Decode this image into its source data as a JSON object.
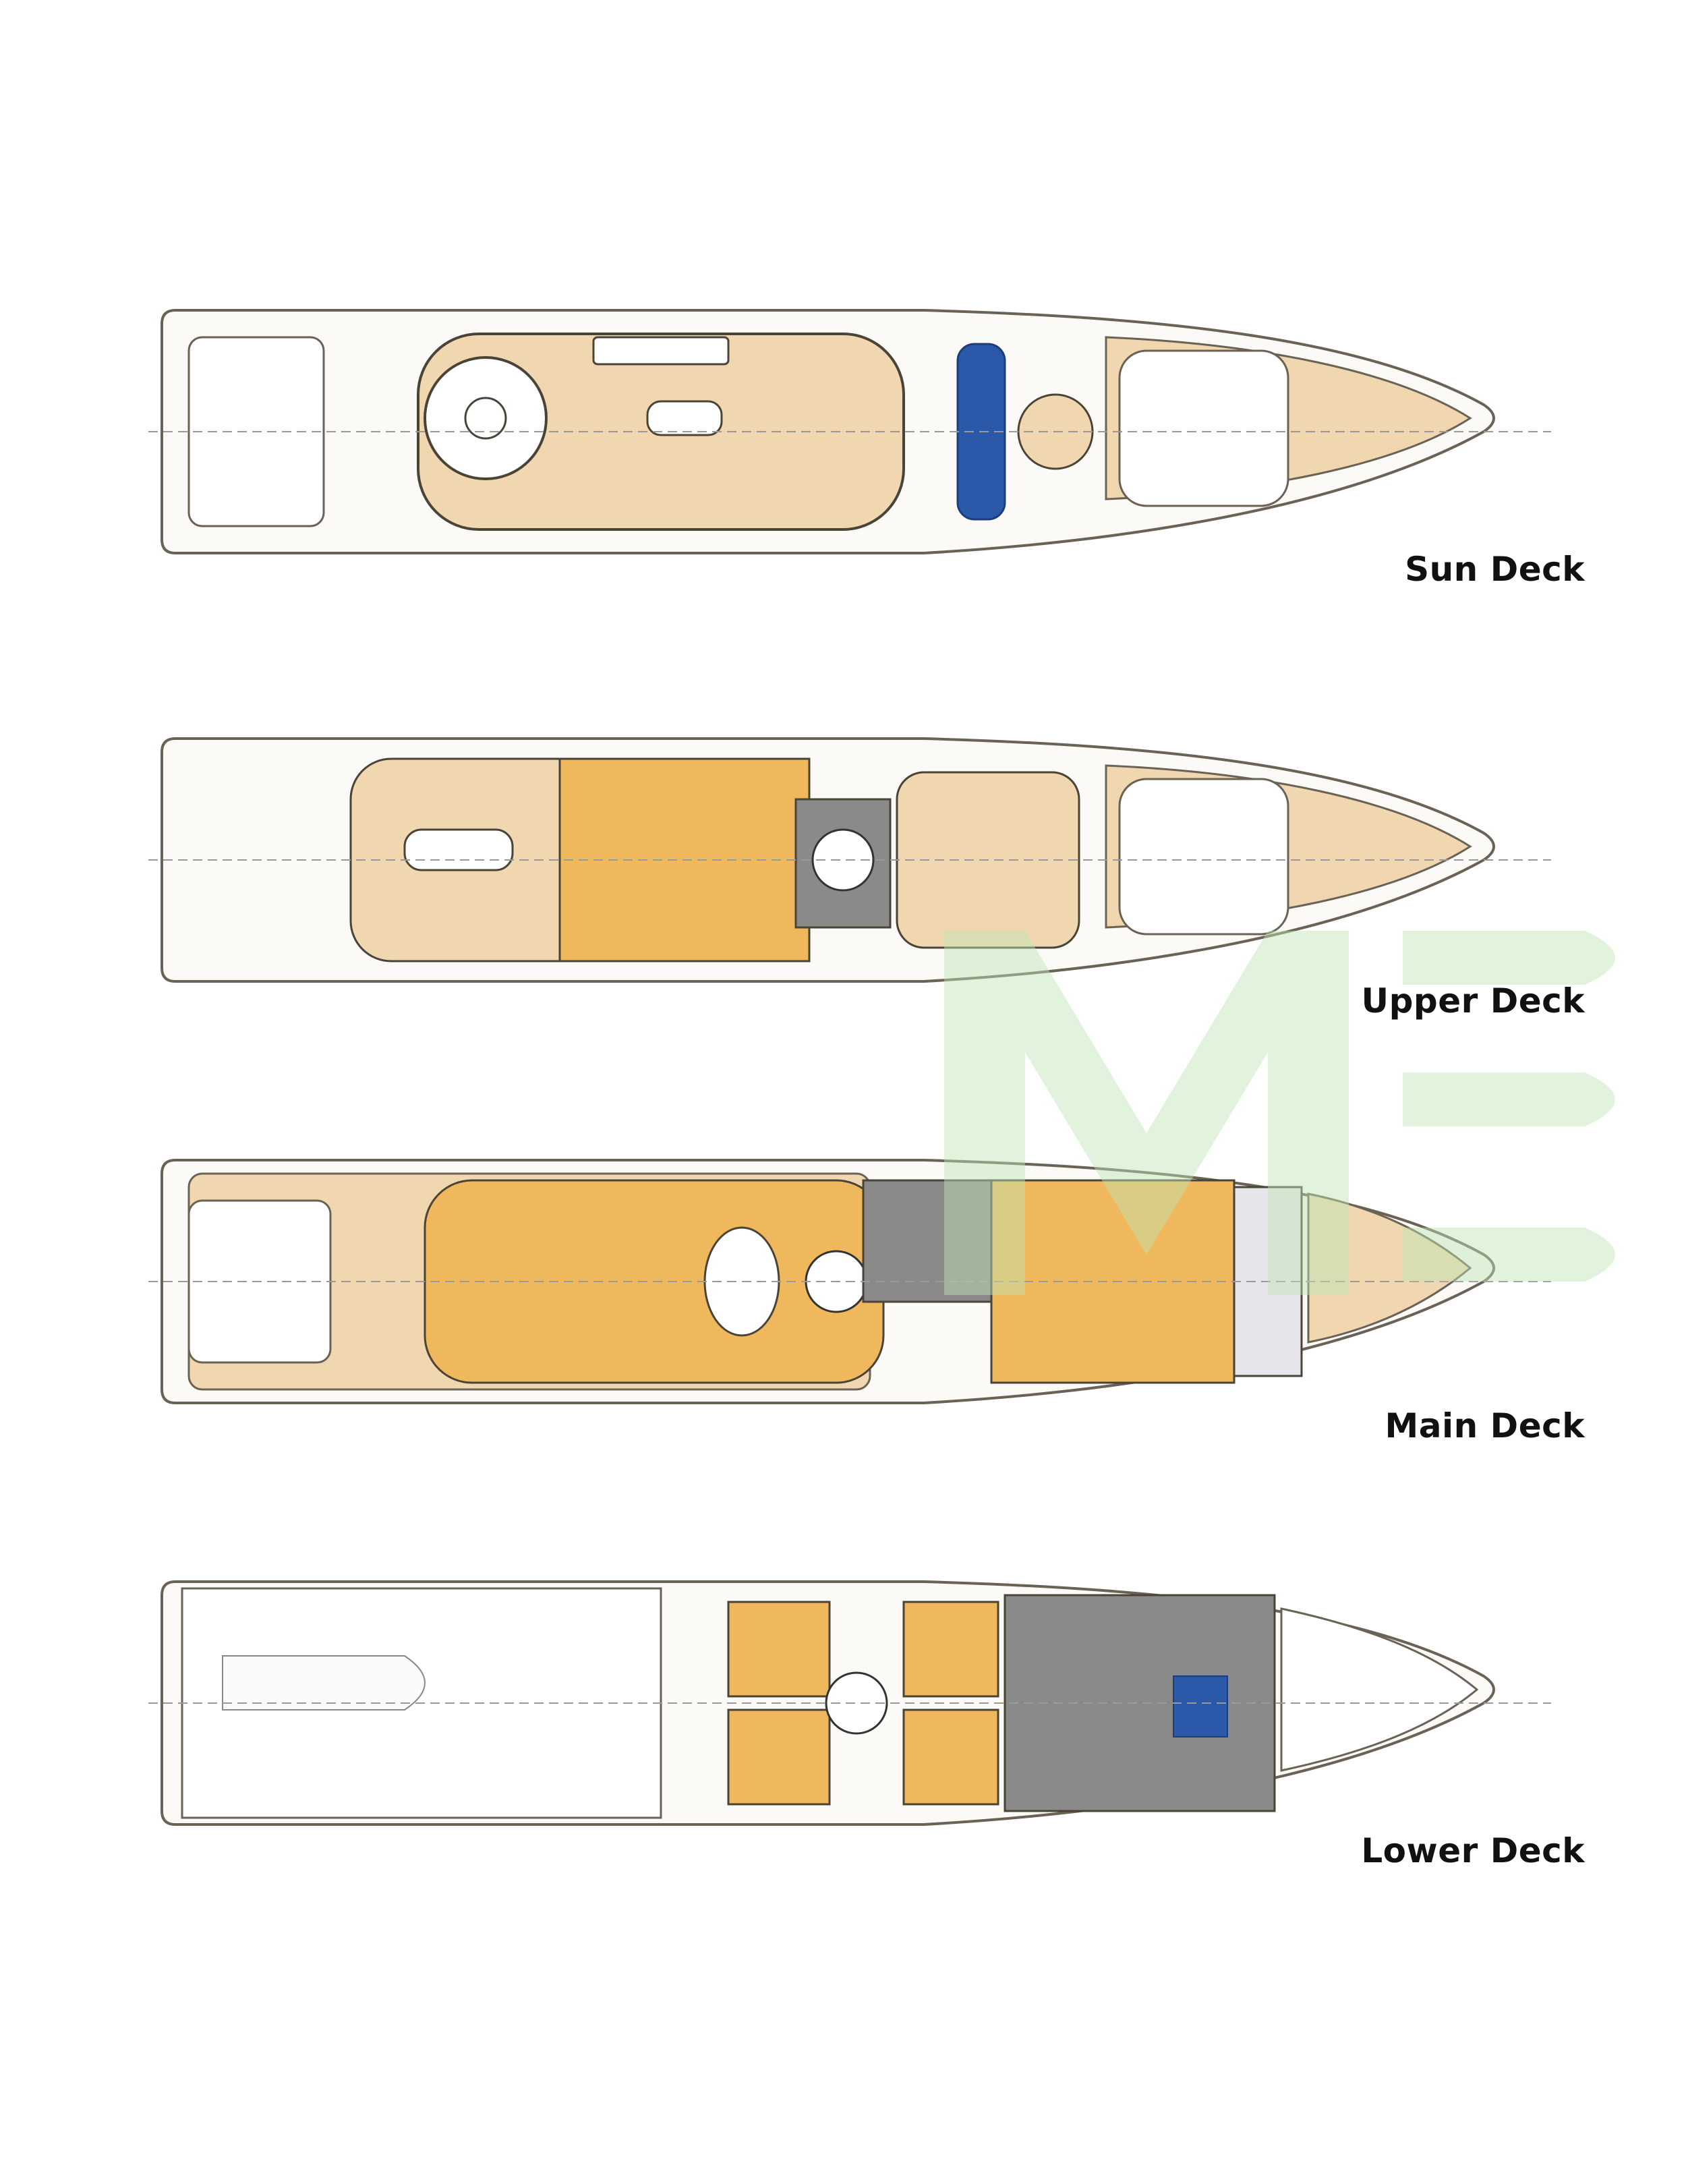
{
  "decks": [
    {
      "label": "Sun Deck"
    },
    {
      "label": "Upper Deck"
    },
    {
      "label": "Main Deck"
    },
    {
      "label": "Lower Deck"
    }
  ],
  "colors": {
    "background": "#ffffff",
    "hull_line": "#6b6256",
    "teak": "#f0d7b0",
    "interior": "#f0b85c",
    "crew": "#8a8a8a",
    "blue": "#2b58a8",
    "watermark": "#bfe6b5"
  },
  "watermark": {
    "icon": "brand-monogram-icon"
  }
}
